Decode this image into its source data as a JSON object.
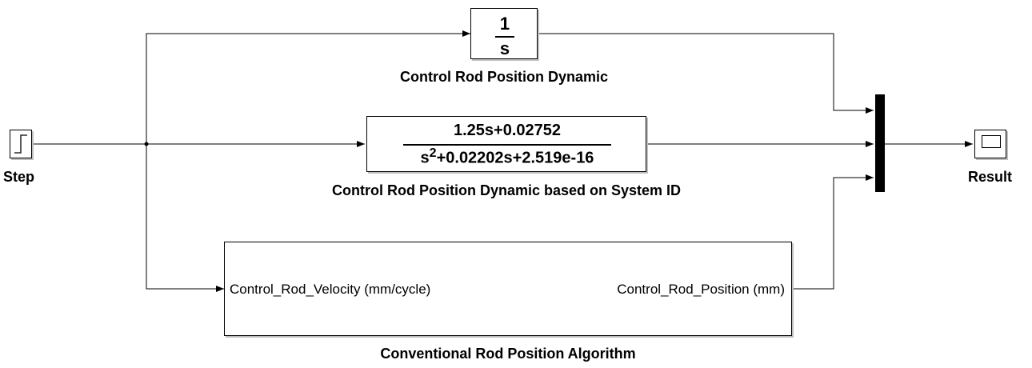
{
  "blocks": {
    "step": {
      "label": "Step"
    },
    "integrator": {
      "numerator": "1",
      "denominator": "s",
      "label": "Control Rod Position Dynamic"
    },
    "transfer_fcn": {
      "numerator": "1.25s+0.02752",
      "denominator_base": "s",
      "denominator_exp": "2",
      "denominator_rest": "+0.02202s+2.519e-16",
      "label": "Control Rod Position Dynamic based on System ID"
    },
    "subsystem": {
      "input_port": "Control_Rod_Velocity (mm/cycle)",
      "output_port": "Control_Rod_Position (mm)",
      "label": "Conventional Rod Position Algorithm"
    },
    "mux": {
      "label": ""
    },
    "scope": {
      "label": "Result"
    }
  }
}
